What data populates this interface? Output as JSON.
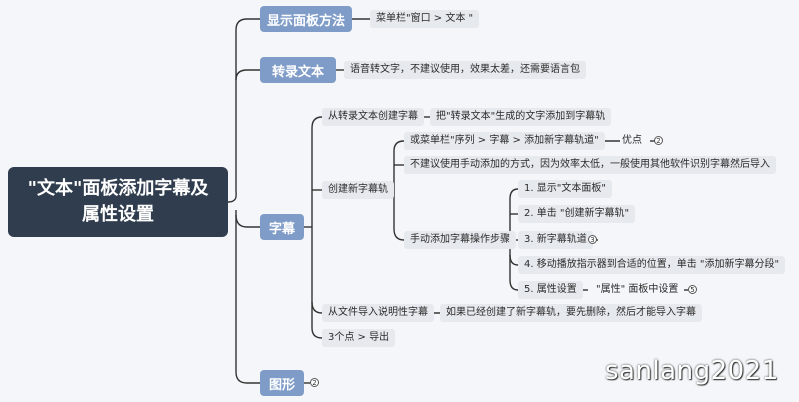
{
  "root": {
    "line1": "\"文本\"面板添加字幕及",
    "line2": "属性设置"
  },
  "branches": {
    "show_panel": {
      "label": "显示面板方法",
      "note": "菜单栏\"窗口 > 文本 \""
    },
    "transcribe": {
      "label": "转录文本",
      "note": "语音转文字，不建议使用，效果太差，还需要语言包"
    },
    "subtitles": {
      "label": "字幕",
      "from_transcript": {
        "label": "从转录文本创建字幕",
        "note": "把\"转录文本\"生成的文字添加到字幕轨"
      },
      "create_track": {
        "label": "创建新字幕轨",
        "menu_way": {
          "label": "或菜单栏\"序列 > 字幕 > 添加新字幕轨道\"",
          "pros": "优点",
          "pros_badge": "2"
        },
        "not_recommended": "不建议使用手动添加的方式，因为效率太低，一般使用其他软件识别字幕然后导入",
        "manual_steps": {
          "label": "手动添加字幕操作步骤",
          "steps": [
            {
              "text": "1. 显示\"文本面板\""
            },
            {
              "text": "2. 单击 \"创建新字幕轨\""
            },
            {
              "text": "3. 新字幕轨道",
              "badge": "3"
            },
            {
              "text": "4. 移动播放指示器到合适的位置，单击 \"添加新字幕分段\""
            },
            {
              "text": "5. 属性设置"
            }
          ],
          "step5_note": "\"属性\" 面板中设置",
          "step5_badge": "5"
        }
      },
      "import_file": {
        "label": "从文件导入说明性字幕",
        "note": "如果已经创建了新字幕轨，要先删除，然后才能导入字幕"
      },
      "export": {
        "label": "3个点 > 导出"
      }
    },
    "graphics": {
      "label": "图形",
      "badge": "2"
    }
  },
  "watermark": "sanlang2021",
  "colors": {
    "root": "#2f3d4e",
    "main": "#7f9cc8",
    "sub": "#e6e9ee",
    "line": "#333333",
    "background": "#f4f6f9"
  }
}
